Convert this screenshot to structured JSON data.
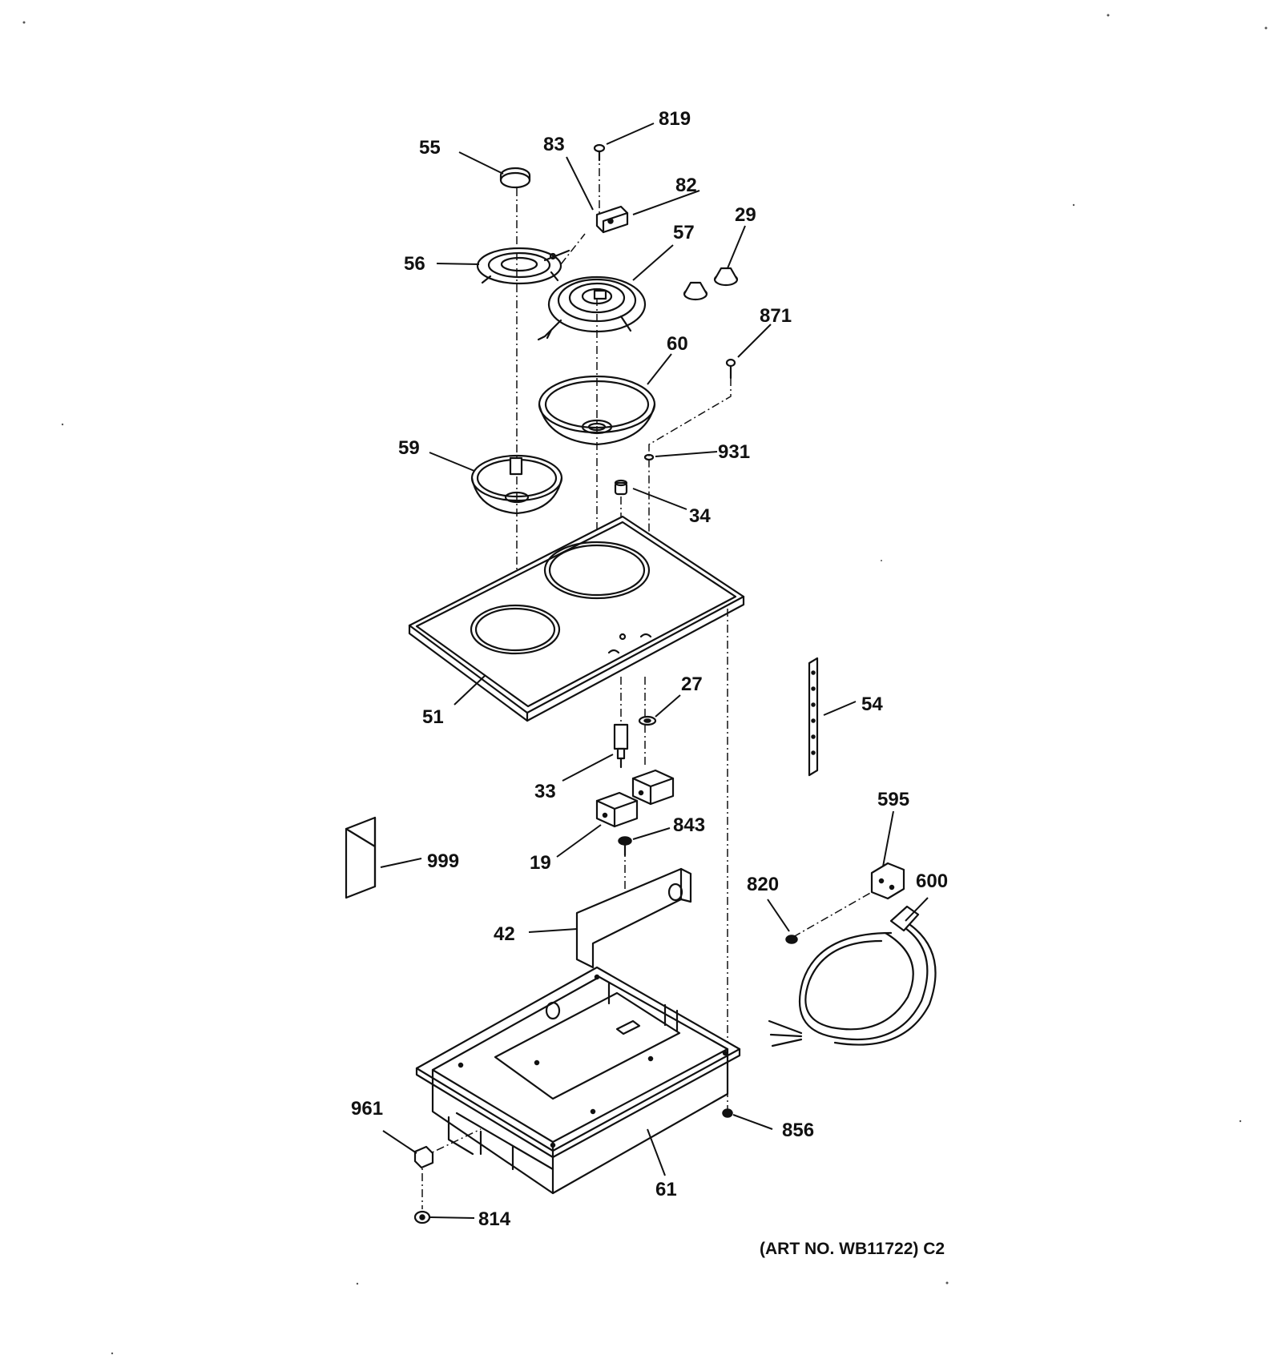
{
  "diagram": {
    "art_number": "(ART NO. WB11722) C2",
    "callouts": {
      "c55": "55",
      "c83": "83",
      "c819": "819",
      "c82": "82",
      "c57": "57",
      "c29": "29",
      "c56": "56",
      "c871": "871",
      "c60": "60",
      "c59": "59",
      "c931": "931",
      "c34": "34",
      "c51": "51",
      "c27": "27",
      "c54": "54",
      "c33": "33",
      "c595": "595",
      "c843": "843",
      "c19": "19",
      "c999": "999",
      "c820": "820",
      "c600": "600",
      "c42": "42",
      "c961": "961",
      "c856": "856",
      "c61": "61",
      "c814": "814"
    }
  }
}
